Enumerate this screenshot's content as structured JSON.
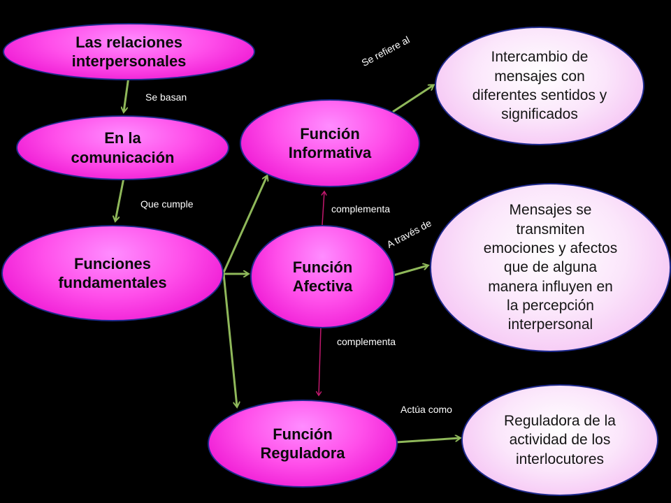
{
  "nodes": {
    "relaciones": "Las relaciones interpersonales",
    "comunicacion": "En la comunicación",
    "funciones": "Funciones fundamentales",
    "informativa": "Función Informativa",
    "afectiva": "Función Afectiva",
    "reguladora": "Función Reguladora",
    "intercambio": "Intercambio de mensajes con diferentes sentidos y significados",
    "mensajes": "Mensajes se transmiten emociones y afectos que de alguna manera influyen en la percepción interpersonal",
    "reguladora_desc": "Reguladora de la actividad de los interlocutores"
  },
  "labels": {
    "se_basan": "Se basan",
    "que_cumple": "Que cumple",
    "se_refiere_al": "Se refiere al",
    "complementa_top": "complementa",
    "a_traves_de": "A través de",
    "complementa_bottom": "complementa",
    "actua_como": "Actúa como"
  },
  "colors": {
    "background": "#000000",
    "node_pink": "#ff4fea",
    "node_light": "#fbe6fb",
    "node_border": "#1e2a8c",
    "arrow_green": "#8fb85a",
    "arrow_magenta": "#c2186e",
    "label_text": "#ffffff"
  }
}
